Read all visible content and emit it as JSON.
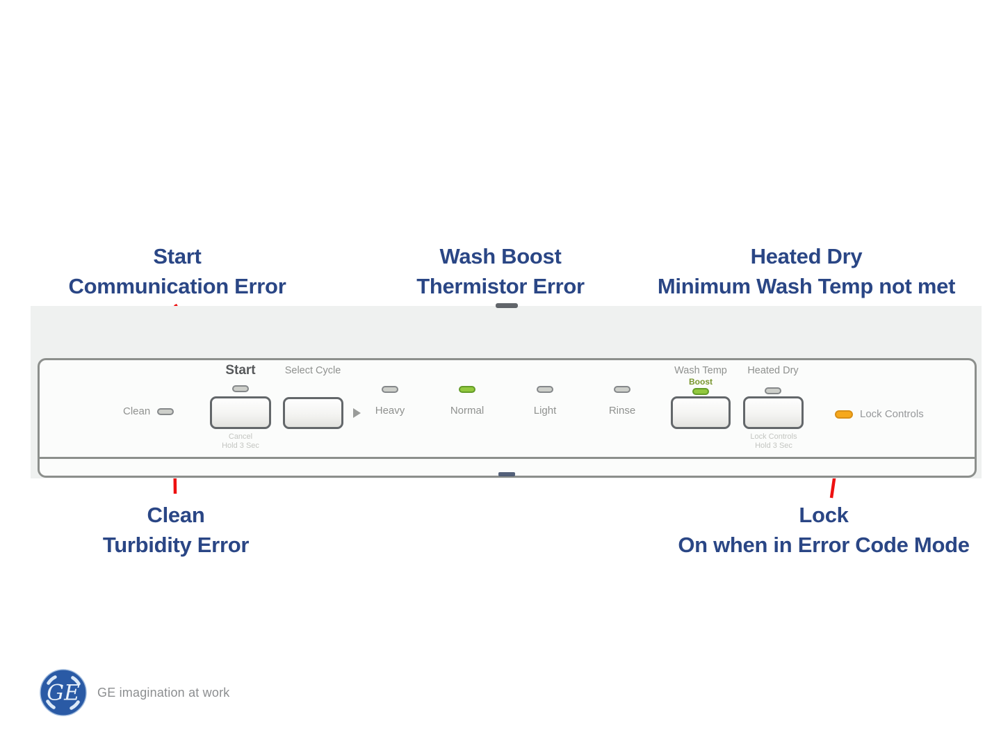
{
  "annotations": {
    "text_color": "#2a4685",
    "arrow_color": "#ee1111",
    "start_error": {
      "line1": "Start",
      "line2": "Communication Error"
    },
    "wash_boost_error": {
      "line1": "Wash Boost",
      "line2": "Thermistor Error"
    },
    "heated_dry_error": {
      "line1": "Heated Dry",
      "line2": "Minimum Wash Temp not met"
    },
    "clean_error": {
      "line1": "Clean",
      "line2": "Turbidity Error"
    },
    "lock_error": {
      "line1": "Lock",
      "line2": "On when in Error Code Mode"
    }
  },
  "panel": {
    "clean_label": "Clean",
    "start": {
      "label": "Start",
      "hint_line1": "Cancel",
      "hint_line2": "Hold 3 Sec"
    },
    "select_cycle_label": "Select Cycle",
    "cycles": [
      {
        "label": "Heavy",
        "led": "off"
      },
      {
        "label": "Normal",
        "led": "green"
      },
      {
        "label": "Light",
        "led": "off"
      },
      {
        "label": "Rinse",
        "led": "off"
      }
    ],
    "wash_temp": {
      "label": "Wash Temp",
      "sublabel": "Boost",
      "led": "green"
    },
    "heated_dry": {
      "label": "Heated Dry",
      "led": "off",
      "hint_line1": "Lock Controls",
      "hint_line2": "Hold 3 Sec"
    },
    "lock_controls_label": "Lock Controls",
    "led_colors": {
      "off": "#cdcfca",
      "green": "#92c83e",
      "amber": "#f6a81c"
    }
  },
  "footer": {
    "logo_monogram": "GE",
    "tagline": "GE imagination at work"
  }
}
